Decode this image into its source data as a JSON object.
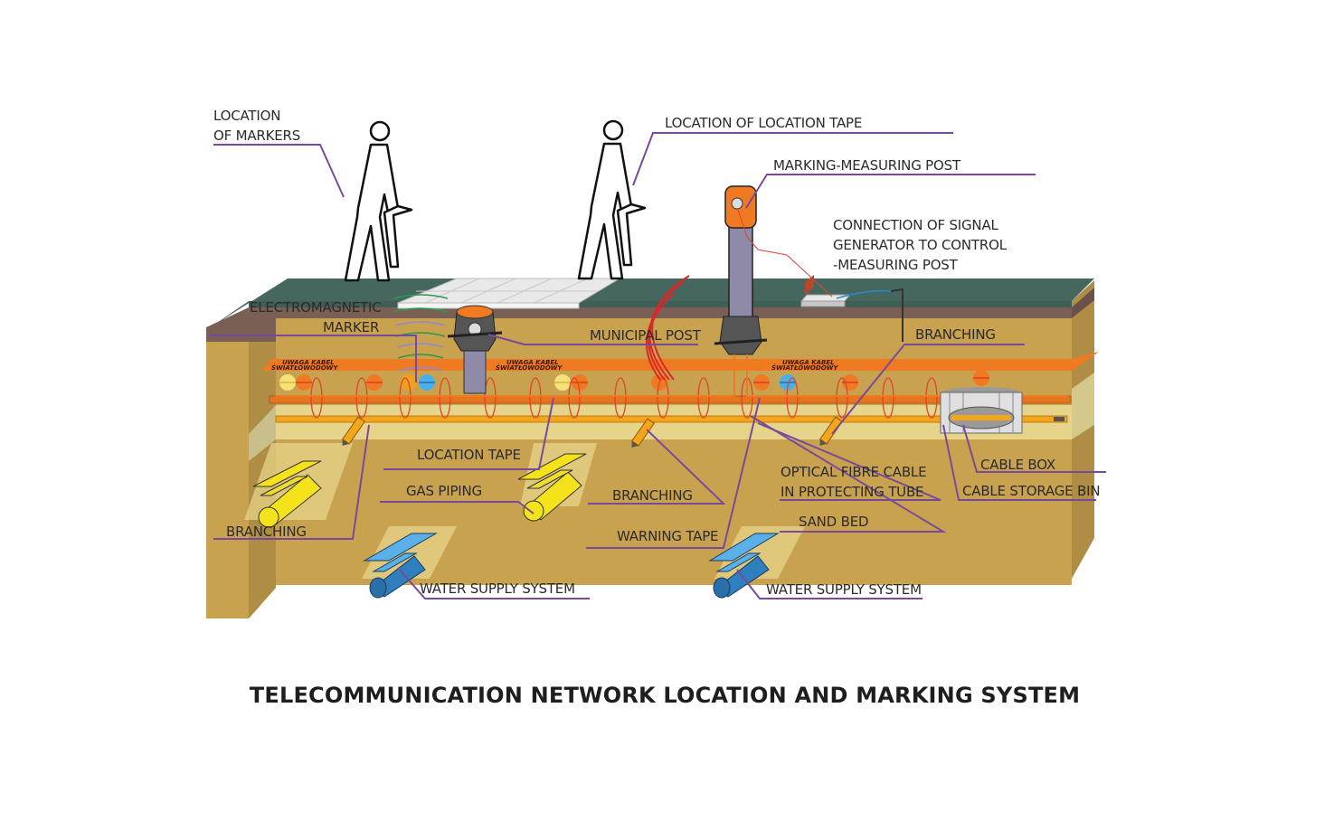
{
  "diagram": {
    "title": "TELECOMMUNICATION NETWORK LOCATION AND MARKING SYSTEM",
    "labels": {
      "location_of_markers_line1": "LOCATION",
      "location_of_markers_line2": "OF MARKERS",
      "location_of_location_tape": "LOCATION OF LOCATION TAPE",
      "marking_measuring_post": "MARKING-MEASURING POST",
      "connection_line1": "CONNECTION OF SIGNAL",
      "connection_line2": "GENERATOR TO CONTROL",
      "connection_line3": "-MEASURING POST",
      "electromagnetic_marker_line1": "ELECTROMAGNETIC",
      "electromagnetic_marker_line2": "MARKER",
      "municipal_post": "MUNICIPAL POST",
      "branching_right": "BRANCHING",
      "location_tape": "LOCATION TAPE",
      "gas_piping": "GAS PIPING",
      "branching_left": "BRANCHING",
      "branching_center": "BRANCHING",
      "warning_tape": "WARNING TAPE",
      "optical_fibre_line1": "OPTICAL FIBRE CABLE",
      "optical_fibre_line2": "IN PROTECTING TUBE",
      "sand_bed": "SAND BED",
      "cable_box": "CABLE BOX",
      "cable_storage_bin": "CABLE STORAGE BIN",
      "water_supply_left": "WATER SUPPLY SYSTEM",
      "water_supply_right": "WATER SUPPLY SYSTEM"
    },
    "warning_tape_text": {
      "line1": "UWAGA KABEL",
      "line2": "ŚWIATŁOWODOWY"
    },
    "colors": {
      "grass": "#46675f",
      "topsoil": "#7a5f55",
      "soil": "#c9a24f",
      "sand": "#e6d48a",
      "warning_tape": "#f07a22",
      "fibre_tube": "#f4a51c",
      "leader_line": "#7a4a9a",
      "gas_pipe": "#f4e21a",
      "water_pipe": "#2f7fbf",
      "signal": "#e0432a"
    }
  }
}
